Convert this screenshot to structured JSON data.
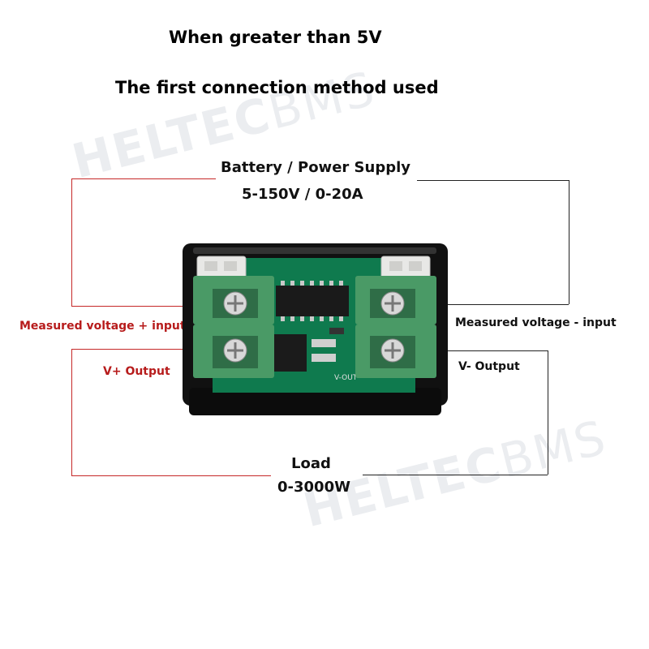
{
  "heading": {
    "line1": "When greater than 5V",
    "line2": "The first connection method used"
  },
  "supply": {
    "label": "Battery / Power Supply",
    "rating": "5-150V / 0-20A"
  },
  "left_labels": {
    "measured_input": "Measured voltage + input",
    "output": "V+  Output"
  },
  "right_labels": {
    "measured_input": "Measured voltage - input",
    "output": "V-  Output"
  },
  "load": {
    "label": "Load",
    "rating": "0-3000W"
  },
  "watermark": {
    "bold": "HELTEC",
    "thin": "BMS"
  },
  "board_silkscreen": {
    "right": "V-OUT"
  },
  "colors": {
    "wire_red": "#c62828",
    "wire_black": "#222222",
    "label_red": "#b71c1c",
    "terminal_green": "#4a9a66",
    "pcb_green": "#0f7a4e",
    "case_black": "#111111"
  }
}
